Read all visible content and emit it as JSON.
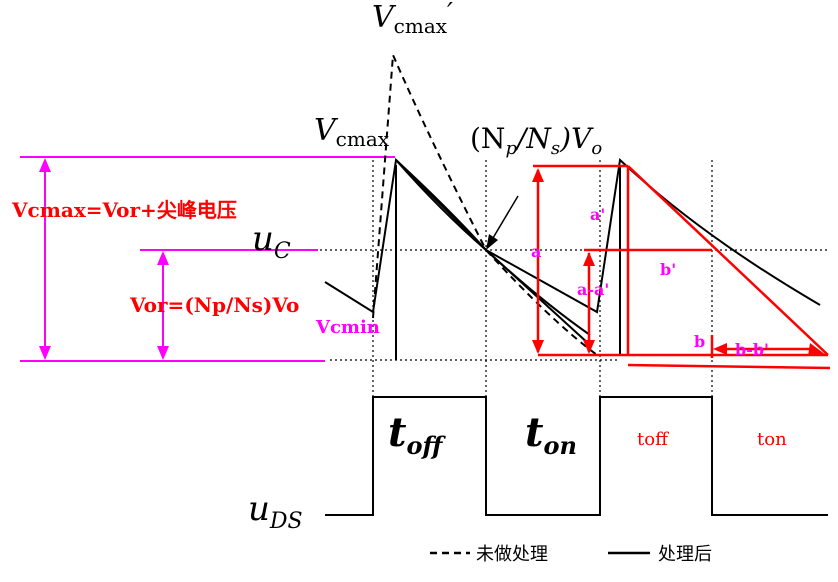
{
  "labels": {
    "vcmax_prime": "V",
    "vcmax_prime_sub": "cmax",
    "vcmax_prime_mark": "′",
    "vcmax": "V",
    "vcmax_sub": "cmax",
    "ratio": "(N",
    "ratio_p": "p",
    "ratio_mid": "/N",
    "ratio_s": "s",
    "ratio_end": ")V",
    "ratio_o": "o",
    "uc": "u",
    "uc_sub": "C",
    "uds": "u",
    "uds_sub": "DS",
    "toff_main": "t",
    "toff_main_sub": "off",
    "ton_main": "t",
    "ton_main_sub": "on",
    "toff_red": "toff",
    "ton_red": "ton"
  },
  "annotations": {
    "vcmax_eq": "Vcmax=Vor+尖峰电压",
    "vor_eq": "Vor=(Np/Ns)Vo",
    "vcmin": "Vcmin",
    "a": "a",
    "a_prime": "a'",
    "a_minus": "a-a'",
    "b": "b",
    "b_prime": "b'",
    "b_minus": "b-b'"
  },
  "legend": {
    "dashed": "未做处理",
    "solid": "处理后"
  },
  "colors": {
    "magenta": "#ff00ff",
    "red": "#ff0000",
    "black": "#000000"
  }
}
